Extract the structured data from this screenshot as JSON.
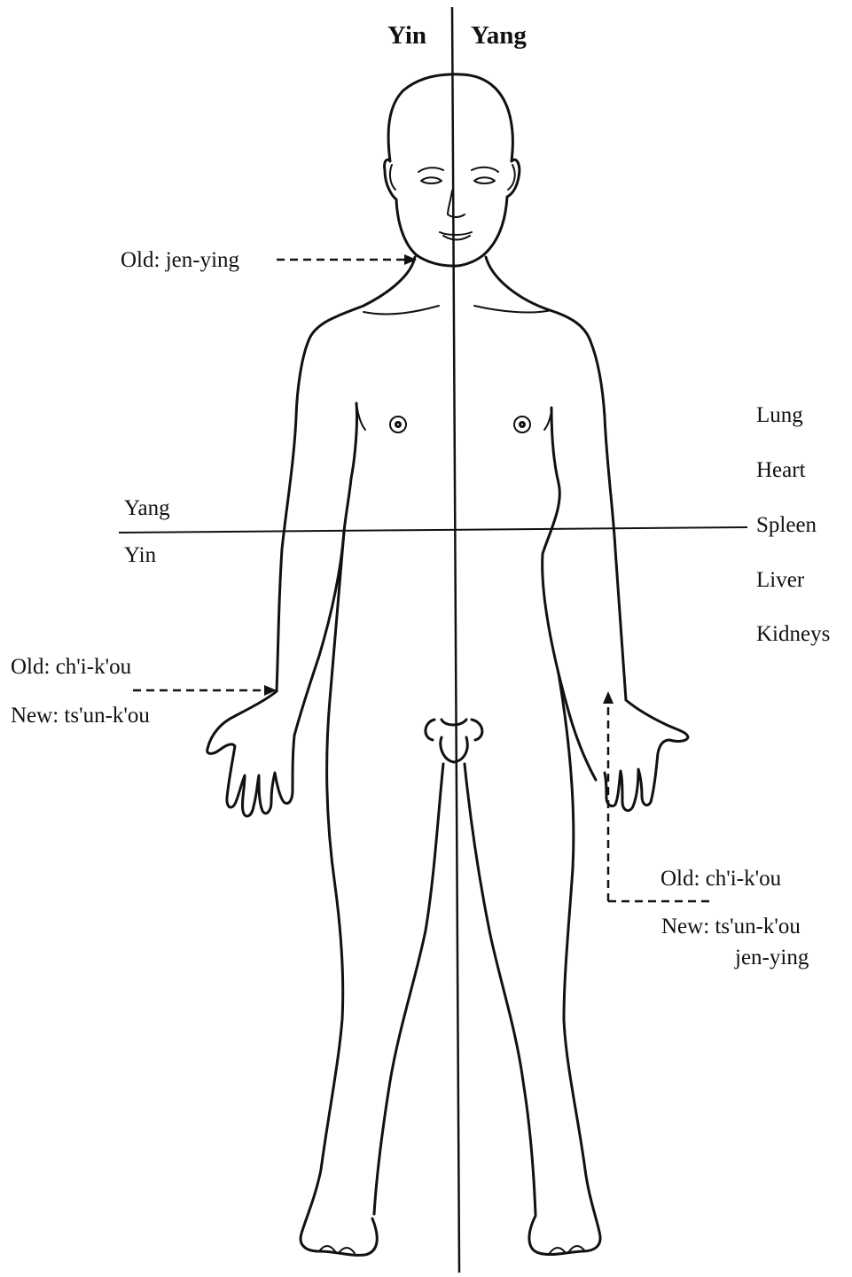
{
  "top_labels": {
    "yin": "Yin",
    "yang": "Yang"
  },
  "side_labels": {
    "yang": "Yang",
    "yin": "Yin"
  },
  "organs": [
    "Lung",
    "Heart",
    "Spleen",
    "Liver",
    "Kidneys"
  ],
  "neck_pulse": {
    "old": "Old: jen-ying"
  },
  "right_wrist_pulse": {
    "old": "Old: ch'i-k'ou",
    "new": "New: ts'un-k'ou"
  },
  "left_wrist_pulse": {
    "old": "Old: ch'i-k'ou",
    "new_1": "New: ts'un-k'ou",
    "new_2": "jen-ying"
  }
}
